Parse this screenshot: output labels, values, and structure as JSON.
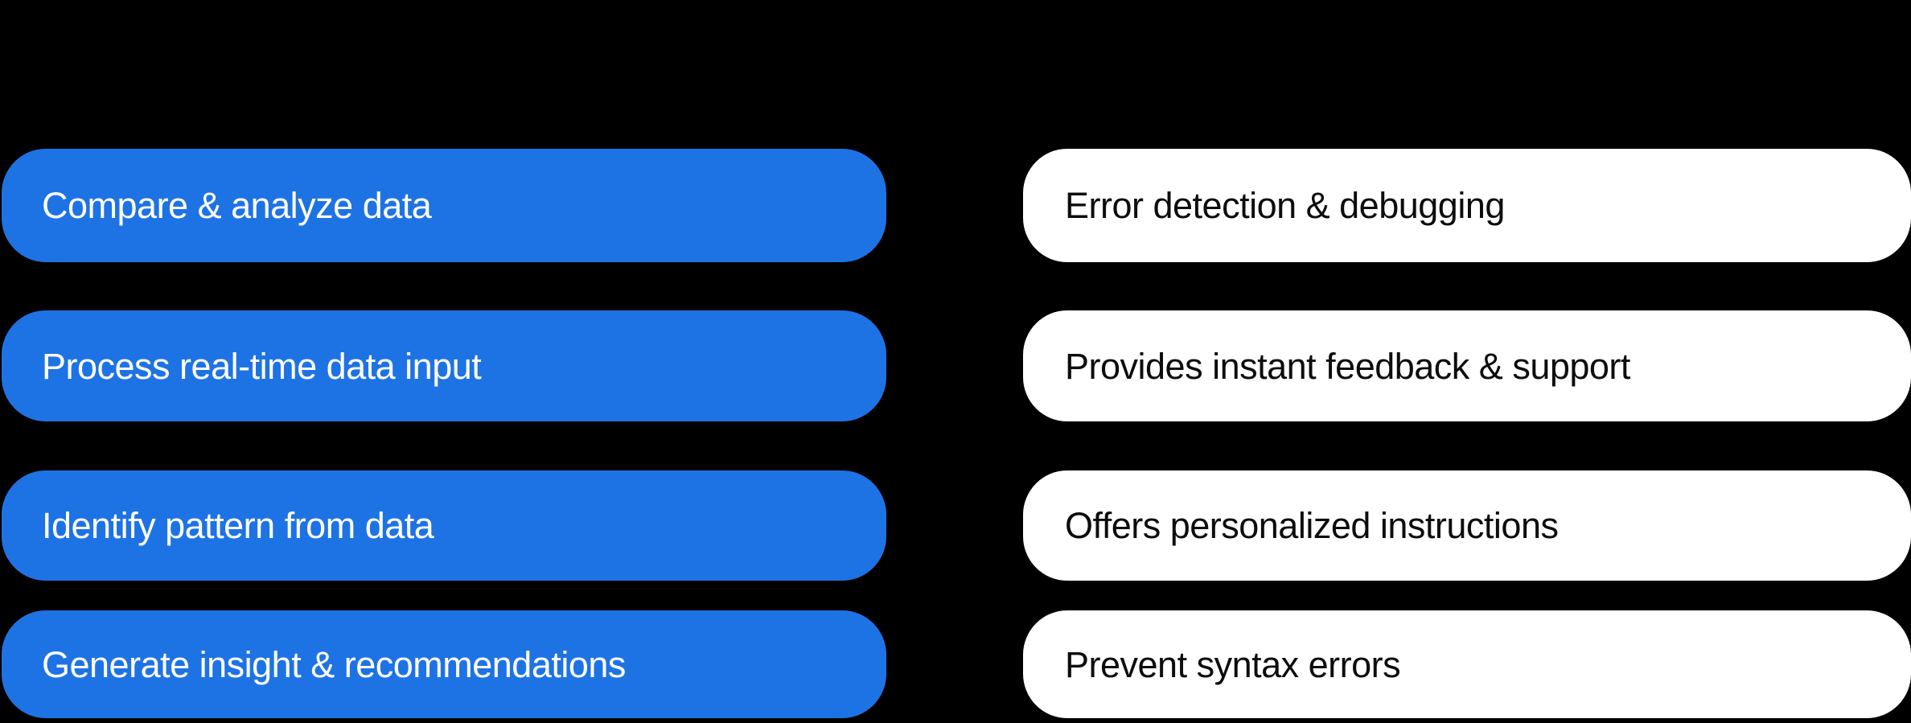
{
  "colors": {
    "background": "#000000",
    "left_pill": "#1E73E4",
    "left_text": "#FFFFFF",
    "right_pill": "#FFFFFF",
    "right_text": "#0D0D0D"
  },
  "left_column": {
    "items": [
      {
        "label": "Compare & analyze data"
      },
      {
        "label": "Process real-time data input"
      },
      {
        "label": "Identify pattern from data"
      },
      {
        "label": "Generate insight & recommendations"
      }
    ]
  },
  "right_column": {
    "items": [
      {
        "label": "Error detection & debugging"
      },
      {
        "label": "Provides instant feedback & support"
      },
      {
        "label": "Offers personalized instructions"
      },
      {
        "label": "Prevent syntax errors"
      }
    ]
  }
}
